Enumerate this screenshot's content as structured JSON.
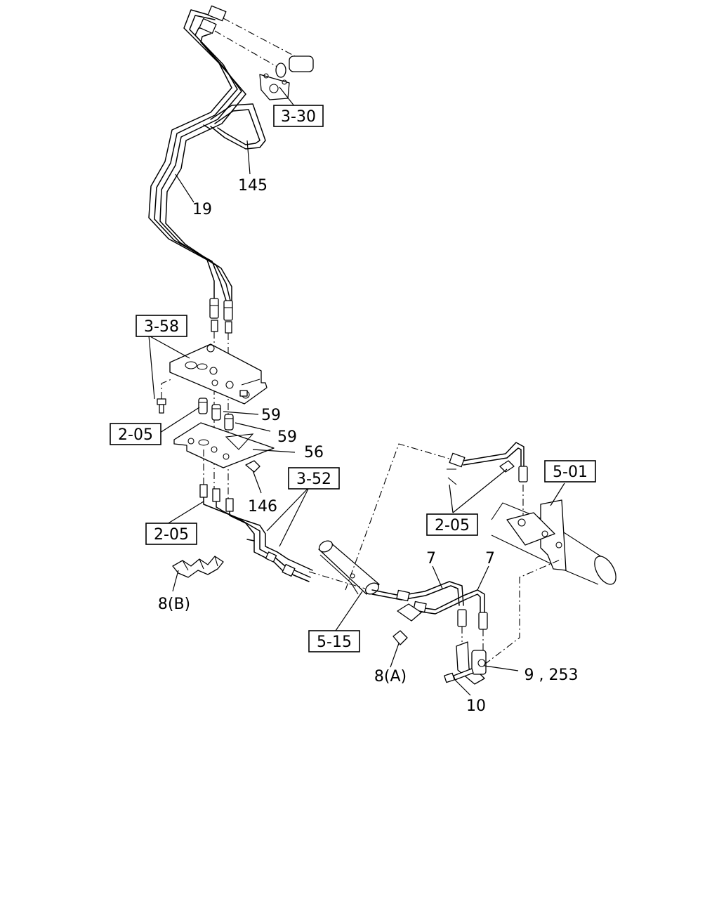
{
  "callouts": {
    "c_3_30": "3-30",
    "c_145": "145",
    "c_19": "19",
    "c_3_58": "3-58",
    "c_59a": "59",
    "c_59b": "59",
    "c_2_05a": "2-05",
    "c_56": "56",
    "c_3_52": "3-52",
    "c_146": "146",
    "c_2_05b": "2-05",
    "c_8b": "8(B)",
    "c_5_01": "5-01",
    "c_2_05c": "2-05",
    "c_7a": "7",
    "c_7b": "7",
    "c_5_15": "5-15",
    "c_8a": "8(A)",
    "c_9_253": "9 , 253",
    "c_10": "10"
  }
}
